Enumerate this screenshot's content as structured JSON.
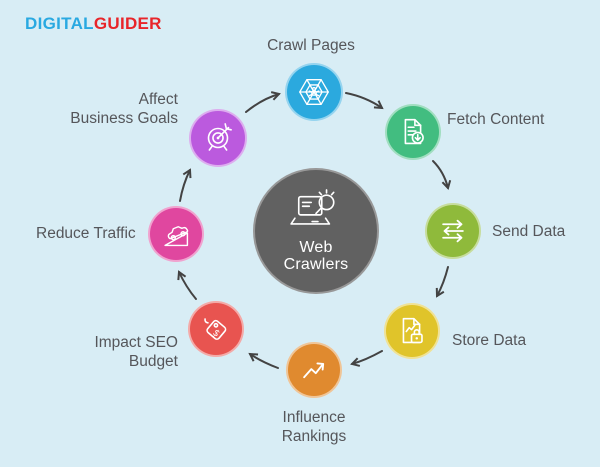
{
  "canvas": {
    "background": "#d8edf5",
    "arrow_color": "#434343",
    "label_color": "#55565a"
  },
  "logo": {
    "first": "DIGITAL",
    "second": "GUIDER",
    "first_color": "#29a9e1",
    "second_color": "#e8252a"
  },
  "center": {
    "line1": "Web",
    "line2": "Crawlers",
    "color": "#616161",
    "icon": "laptop-search"
  },
  "nodes": [
    {
      "id": "crawl-pages",
      "label": "Crawl Pages",
      "color": "#2ba9de",
      "icon": "spider-web"
    },
    {
      "id": "fetch-content",
      "label": "Fetch Content",
      "color": "#42bd80",
      "icon": "document-download"
    },
    {
      "id": "send-data",
      "label": "Send Data",
      "color": "#8fba3b",
      "icon": "transfer-arrows"
    },
    {
      "id": "store-data",
      "label": "Store Data",
      "color": "#e0c42a",
      "icon": "secure-document"
    },
    {
      "id": "influence-rankings",
      "label_line1": "Influence",
      "label_line2": "Rankings",
      "color": "#e08a2f",
      "icon": "trend-up-arrow"
    },
    {
      "id": "impact-seo-budget",
      "label_line1": "Impact SEO",
      "label_line2": "Budget",
      "color": "#e85450",
      "icon": "price-tag"
    },
    {
      "id": "reduce-traffic",
      "label": "Reduce Traffic",
      "color": "#e0479f",
      "icon": "car-on-slope"
    },
    {
      "id": "affect-business-goals",
      "label_line1": "Affect",
      "label_line2": "Business Goals",
      "color": "#bb5ade",
      "icon": "dartboard-target"
    }
  ]
}
